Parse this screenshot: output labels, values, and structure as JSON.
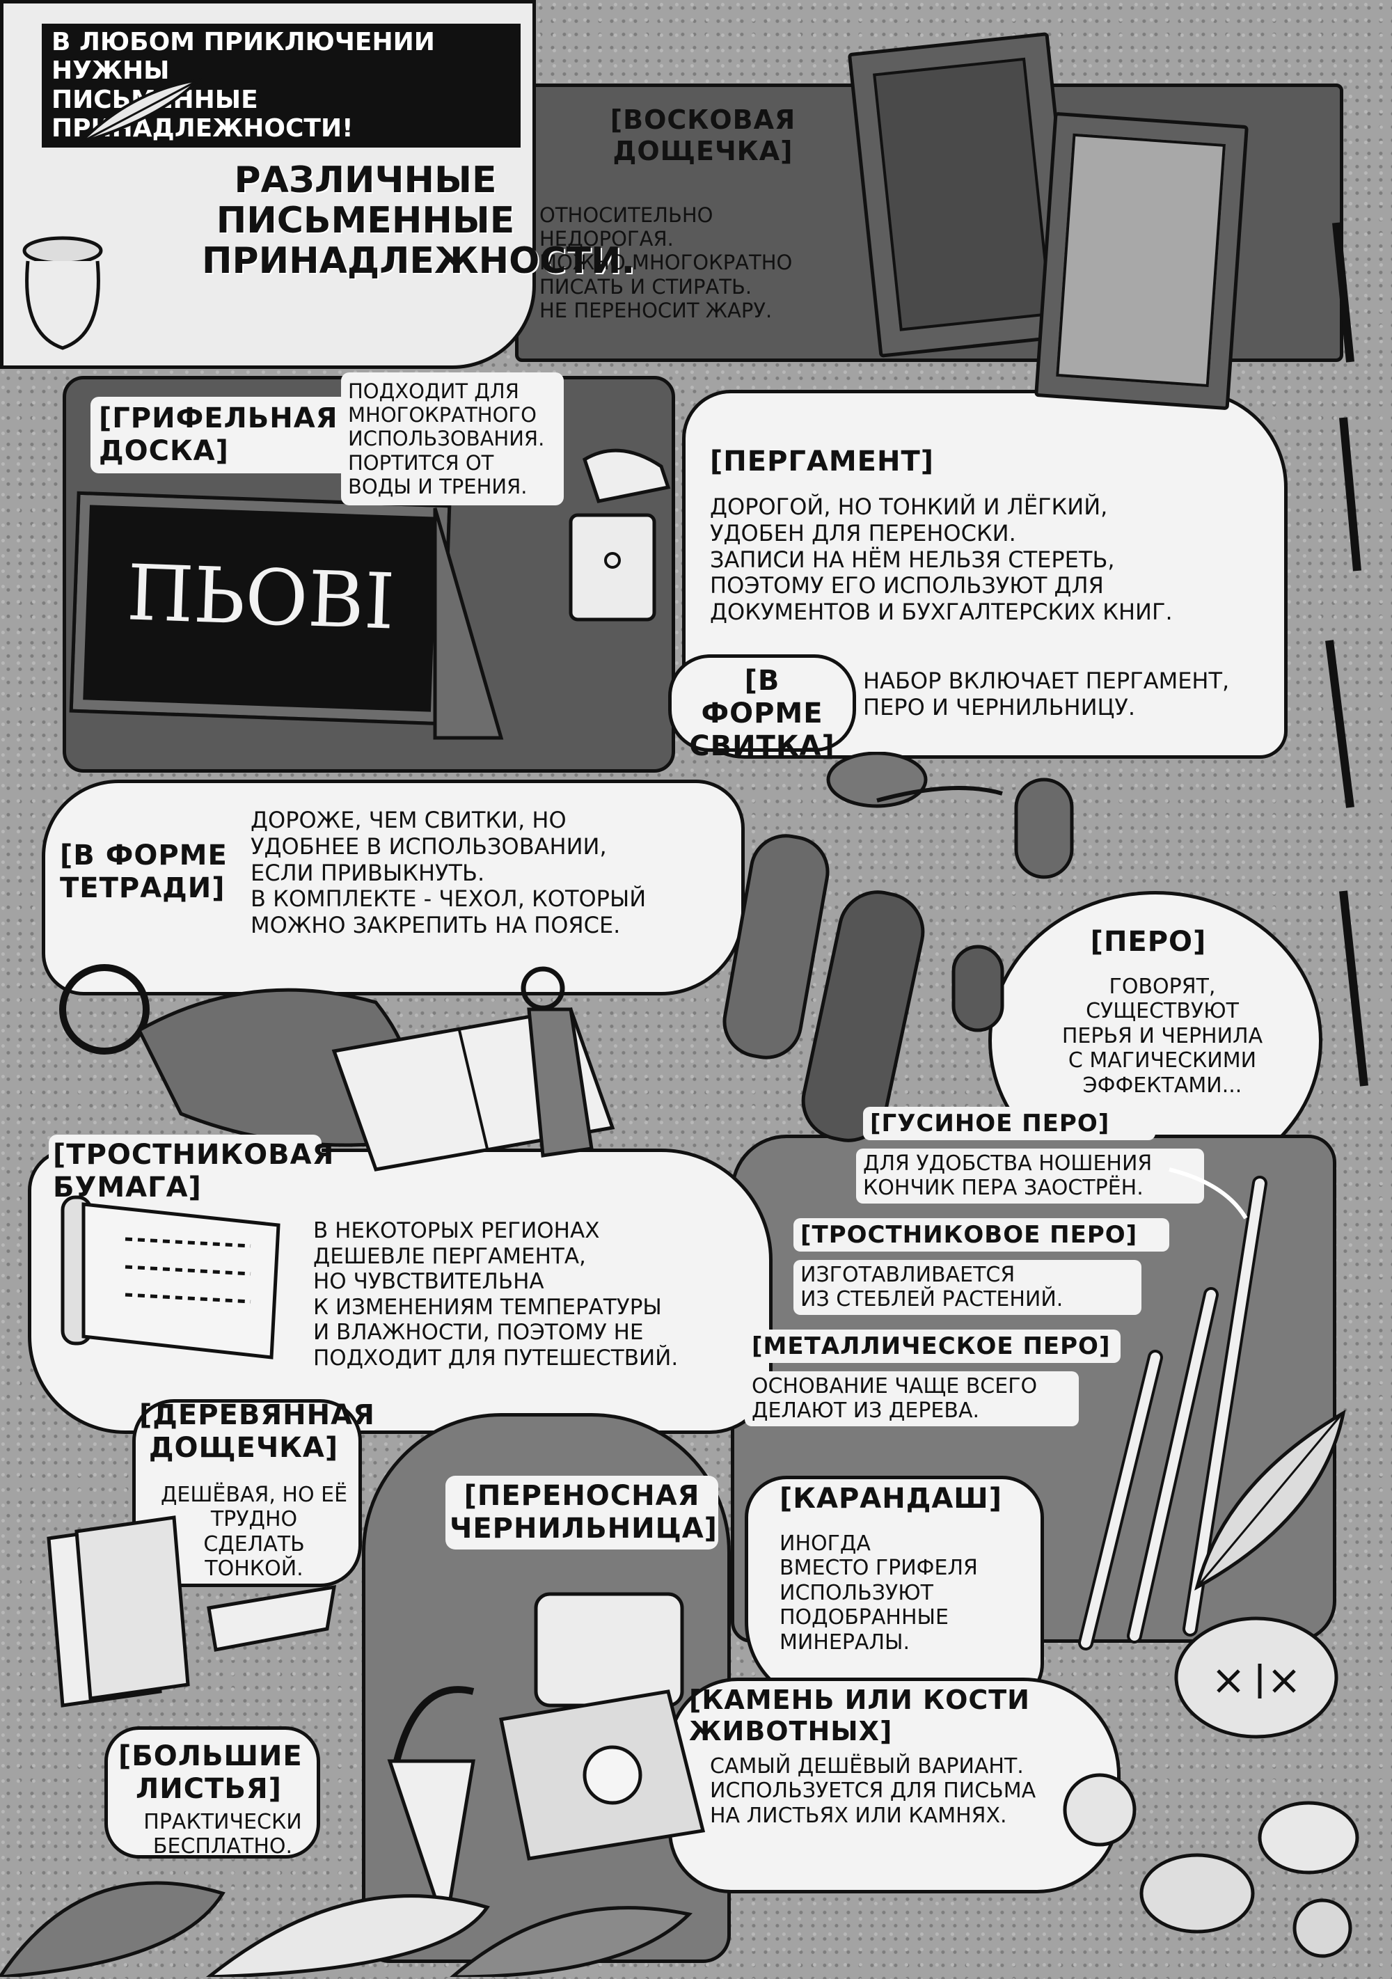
{
  "header": {
    "caption": "В ЛЮБОМ ПРИКЛЮЧЕНИИ НУЖНЫ\nПИСЬМЕННЫЕ ПРИНАДЛЕЖНОСТИ!",
    "title": "РАЗЛИЧНЫЕ\nПИСЬМЕННЫЕ\nПРИНАДЛЕЖНОСТИ."
  },
  "items": {
    "wax_tablet": {
      "title": "[ВОСКОВАЯ\nДОЩЕЧКА]",
      "desc": "ОТНОСИТЕЛЬНО\nНЕДОРОГАЯ.\nМОЖНО МНОГОКРАТНО\nПИСАТЬ И СТИРАТЬ.\nНЕ ПЕРЕНОСИТ ЖАРУ."
    },
    "slate": {
      "title": "[ГРИФЕЛЬНАЯ\nДОСКА]",
      "desc": "ПОДХОДИТ ДЛЯ\nМНОГОКРАТНОГО\nИСПОЛЬЗОВАНИЯ.\nПОРТИТСЯ ОТ\nВОДЫ И ТРЕНИЯ.",
      "board_writing": "ПЬОВІ"
    },
    "parchment": {
      "title": "[ПЕРГАМЕНТ]",
      "desc": "ДОРОГОЙ, НО ТОНКИЙ И ЛЁГКИЙ,\nУДОБЕН ДЛЯ ПЕРЕНОСКИ.\nЗАПИСИ НА НЁМ НЕЛЬЗЯ СТЕРЕТЬ,\nПОЭТОМУ ЕГО ИСПОЛЬЗУЮТ ДЛЯ\nДОКУМЕНТОВ И БУХГАЛТЕРСКИХ КНИГ."
    },
    "scroll_form": {
      "title": "[В ФОРМЕ\nСВИТКА]",
      "desc": "НАБОР ВКЛЮЧАЕТ ПЕРГАМЕНТ,\nПЕРО И ЧЕРНИЛЬНИЦУ."
    },
    "notebook_form": {
      "title": "[В ФОРМЕ\nТЕТРАДИ]",
      "desc": "ДОРОЖЕ, ЧЕМ СВИТКИ, НО\nУДОБНЕЕ В ИСПОЛЬЗОВАНИИ,\nЕСЛИ ПРИВЫКНУТЬ.\nВ КОМПЛЕКТЕ - ЧЕХОЛ, КОТОРЫЙ\nМОЖНО ЗАКРЕПИТЬ НА ПОЯСЕ."
    },
    "pen": {
      "title": "[ПЕРО]",
      "desc": "ГОВОРЯТ,\nСУЩЕСТВУЮТ\nПЕРЬЯ И ЧЕРНИЛА\nС МАГИЧЕСКИМИ\nЭФФЕКТАМИ..."
    },
    "goose_pen": {
      "title": "[ГУСИНОЕ ПЕРО]",
      "desc": "ДЛЯ УДОБСТВА НОШЕНИЯ\nКОНЧИК ПЕРА ЗАОСТРЁН."
    },
    "reed_paper": {
      "title": "[ТРОСТНИКОВАЯ\nБУМАГА]",
      "desc": "В НЕКОТОРЫХ РЕГИОНАХ\nДЕШЕВЛЕ ПЕРГАМЕНТА,\nНО ЧУВСТВИТЕЛЬНА\nК ИЗМЕНЕНИЯМ ТЕМПЕРАТУРЫ\nИ ВЛАЖНОСТИ, ПОЭТОМУ НЕ\nПОДХОДИТ ДЛЯ ПУТЕШЕСТВИЙ."
    },
    "reed_pen": {
      "title": "[ТРОСТНИКОВОЕ ПЕРО]",
      "desc": "ИЗГОТАВЛИВАЕТСЯ\nИЗ СТЕБЛЕЙ РАСТЕНИЙ."
    },
    "metal_pen": {
      "title": "[МЕТАЛЛИЧЕСКОЕ ПЕРО]",
      "desc": "ОСНОВАНИЕ ЧАЩЕ ВСЕГО\nДЕЛАЮТ ИЗ ДЕРЕВА."
    },
    "wooden_board": {
      "title": "[ДЕРЕВЯННАЯ\nДОЩЕЧКА]",
      "desc": "ДЕШЁВАЯ, НО ЕЁ\nТРУДНО СДЕЛАТЬ\nТОНКОЙ."
    },
    "portable_inkwell": {
      "title": "[ПЕРЕНОСНАЯ\nЧЕРНИЛЬНИЦА]"
    },
    "pencil": {
      "title": "[КАРАНДАШ]",
      "desc": "ИНОГДА\nВМЕСТО ГРИФЕЛЯ\nИСПОЛЬЗУЮТ\nПОДОБРАННЫЕ\nМИНЕРАЛЫ."
    },
    "stone_bones": {
      "title": "[КАМЕНЬ ИЛИ КОСТИ\nЖИВОТНЫХ]",
      "desc": "САМЫЙ ДЕШЁВЫЙ ВАРИАНТ.\nИСПОЛЬЗУЕТСЯ ДЛЯ ПИСЬМА\nНА ЛИСТЬЯХ ИЛИ КАМНЯХ."
    },
    "big_leaves": {
      "title": "[БОЛЬШИЕ\nЛИСТЬЯ]",
      "desc": "ПРАКТИЧЕСКИ\nБЕСПЛАТНО."
    }
  },
  "colors": {
    "ink": "#111111",
    "bubble": "#f3f3f3",
    "tone_dark": "#5a5a5a",
    "tone_mid": "#7b7b7b",
    "background": "#a3a3a3"
  }
}
